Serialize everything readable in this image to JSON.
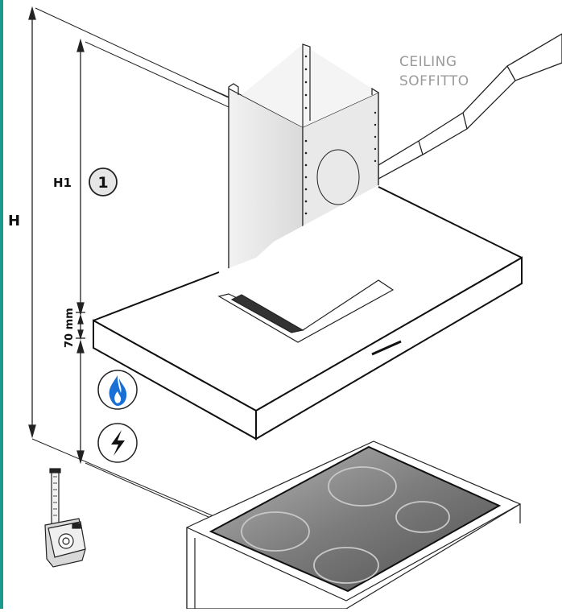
{
  "labels": {
    "total_height": "H",
    "chimney_height": "H1",
    "step_number": "1",
    "gap": "70 mm",
    "ceiling_en": "CEILING",
    "ceiling_it": "SOFFITTO"
  },
  "icons": {
    "gas": "gas-flame-icon",
    "electric": "electric-lightning-icon",
    "tape": "tape-measure-icon"
  },
  "colors": {
    "border": "#1a9a8c",
    "icon_blue": "#1a6fd6",
    "chimney": "#e8e8e8",
    "hob_glass": "#7a7a7a"
  }
}
